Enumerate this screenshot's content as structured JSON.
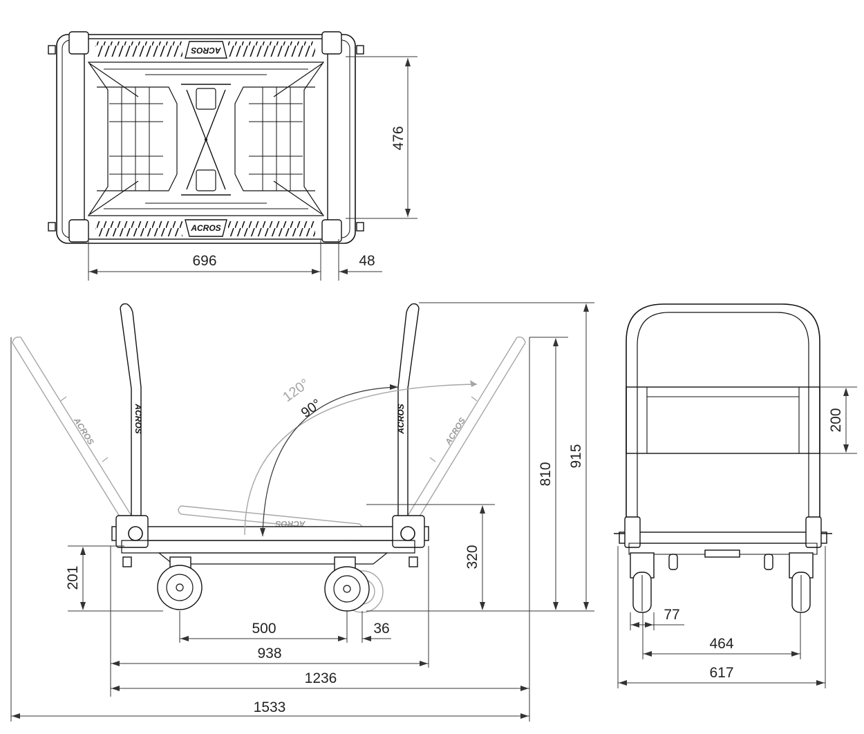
{
  "dimensions": {
    "top_depth": "476",
    "top_deck_length": "696",
    "top_handle_offset": "48",
    "side_caster_spacing": "500",
    "side_caster_offset": "36",
    "side_deck_length": "938",
    "side_length_upright": "1236",
    "side_length_tilted": "1533",
    "side_wheel_height": "201",
    "side_deck_height_folded": "320",
    "side_height_tilted": "810",
    "side_height_upright": "915",
    "front_grip_width": "200",
    "front_caster_width": "77",
    "front_caster_track": "464",
    "front_overall_width": "617"
  },
  "angles": {
    "handle_tilt": "120°",
    "handle_upright": "90°"
  },
  "brand": "ACROS"
}
